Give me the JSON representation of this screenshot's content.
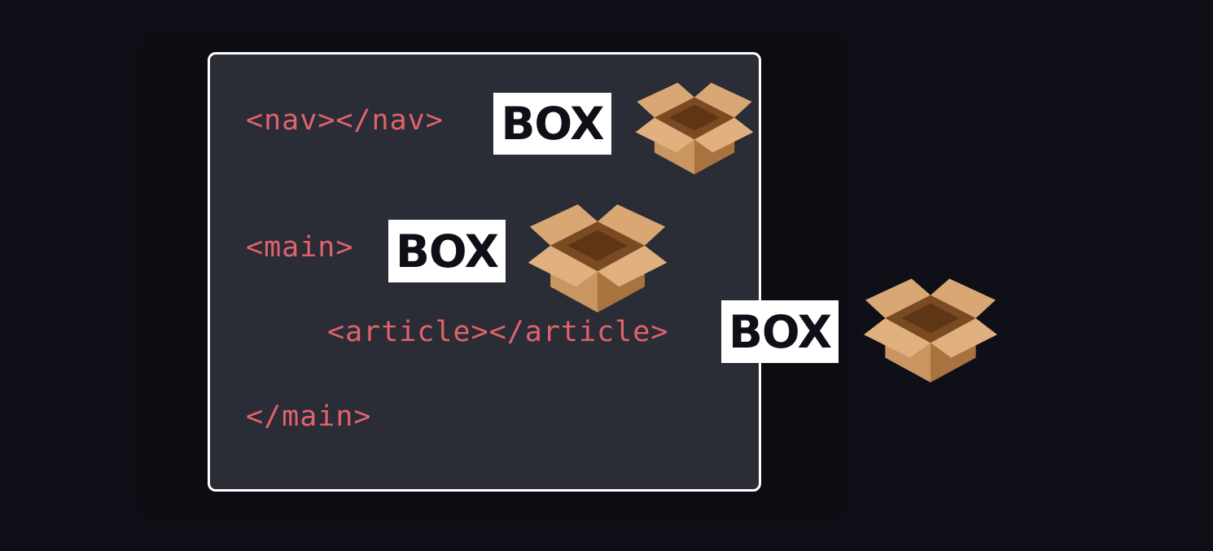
{
  "code_lines": {
    "nav": "<nav></nav>",
    "main_open": "<main>",
    "article": "<article></article>",
    "main_close": "</main>"
  },
  "labels": {
    "nav_box": "BOX",
    "main_box": "BOX",
    "article_box": "BOX"
  },
  "colors": {
    "background": "#0f0f17",
    "editor_bg": "#2a2c36",
    "editor_border": "#ffffff",
    "code_text": "#e0636c",
    "label_bg": "#ffffff",
    "label_text": "#0f0f17",
    "box_light": "#d9a774",
    "box_mid": "#b9824f",
    "box_dark": "#8a5528",
    "box_side": "#a06e3e"
  },
  "icons": [
    "open-cardboard-box-icon",
    "open-cardboard-box-icon",
    "open-cardboard-box-icon"
  ]
}
